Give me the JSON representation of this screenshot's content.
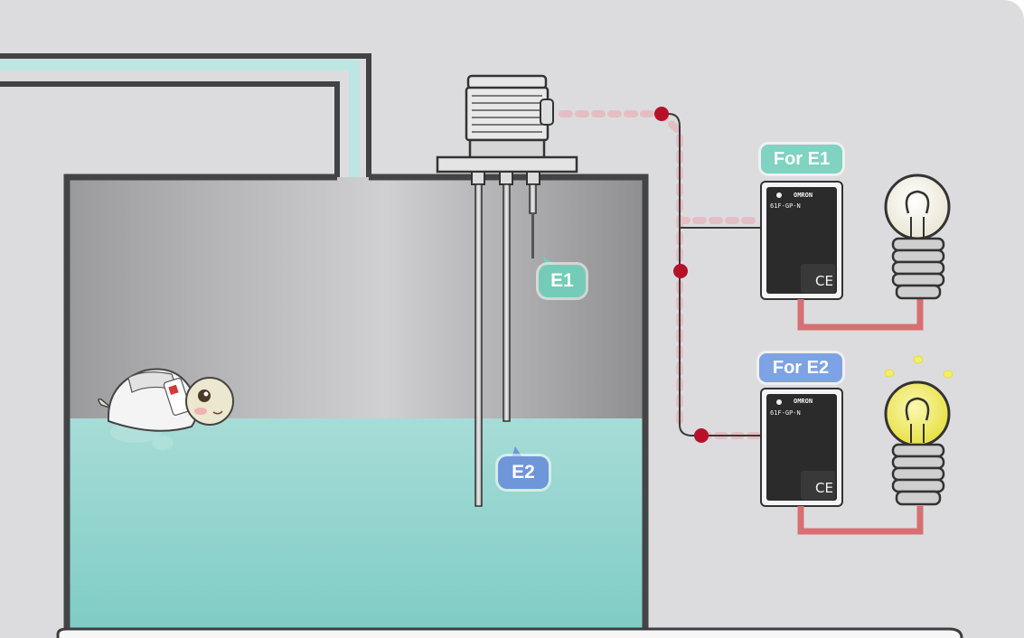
{
  "labels": {
    "for_e1": "For E1",
    "for_e2": "For E2",
    "probe_e1": "E1",
    "probe_e2": "E2"
  },
  "relay": {
    "brand": "OMRON",
    "model": "61F-GP-N",
    "ce_mark": "CE"
  },
  "state": {
    "lamp_e1": "off",
    "lamp_e2": "on"
  },
  "colors": {
    "water": "#8fd2cc",
    "label_e1": "#7fd3c0",
    "label_e2": "#7ea3e4",
    "wire_dot": "#b5122a",
    "lamp_on": "#f1ee6a",
    "lamp_off": "#f3f1e4",
    "relay_body": "#2b2b2b"
  }
}
